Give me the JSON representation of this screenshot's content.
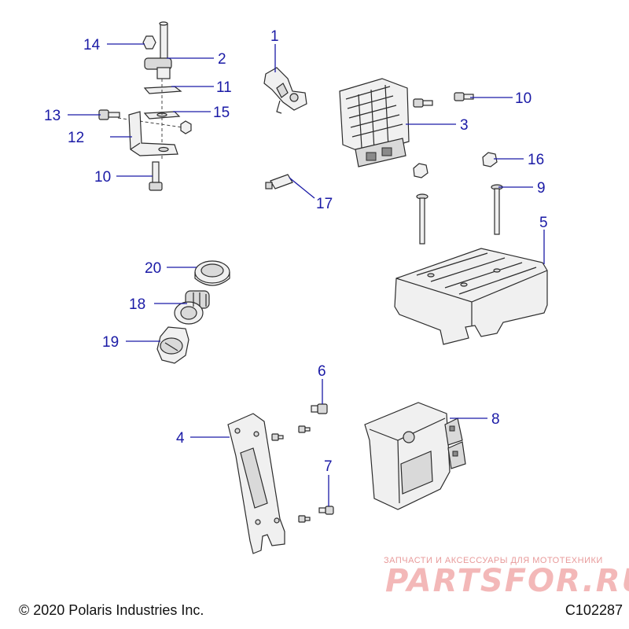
{
  "callouts": [
    {
      "label": "1"
    },
    {
      "label": "2"
    },
    {
      "label": "3"
    },
    {
      "label": "4"
    },
    {
      "label": "5"
    },
    {
      "label": "6"
    },
    {
      "label": "7"
    },
    {
      "label": "8"
    },
    {
      "label": "9"
    },
    {
      "label": "10"
    },
    {
      "label": "10"
    },
    {
      "label": "11"
    },
    {
      "label": "12"
    },
    {
      "label": "13"
    },
    {
      "label": "14"
    },
    {
      "label": "15"
    },
    {
      "label": "16"
    },
    {
      "label": "17"
    },
    {
      "label": "18"
    },
    {
      "label": "19"
    },
    {
      "label": "20"
    }
  ],
  "footer": {
    "copyright": "© 2020 Polaris Industries Inc.",
    "diagram_code": "C102287"
  },
  "watermark": {
    "tagline": "ЗАПЧАСТИ И АКСЕССУАРЫ ДЛЯ МОТОТЕХНИКИ",
    "logo": "PARTSFOR.RU"
  },
  "colors": {
    "callout": "#1a1aa6",
    "line_art": "#2b2b2b",
    "watermark": "#f3b8b8"
  }
}
